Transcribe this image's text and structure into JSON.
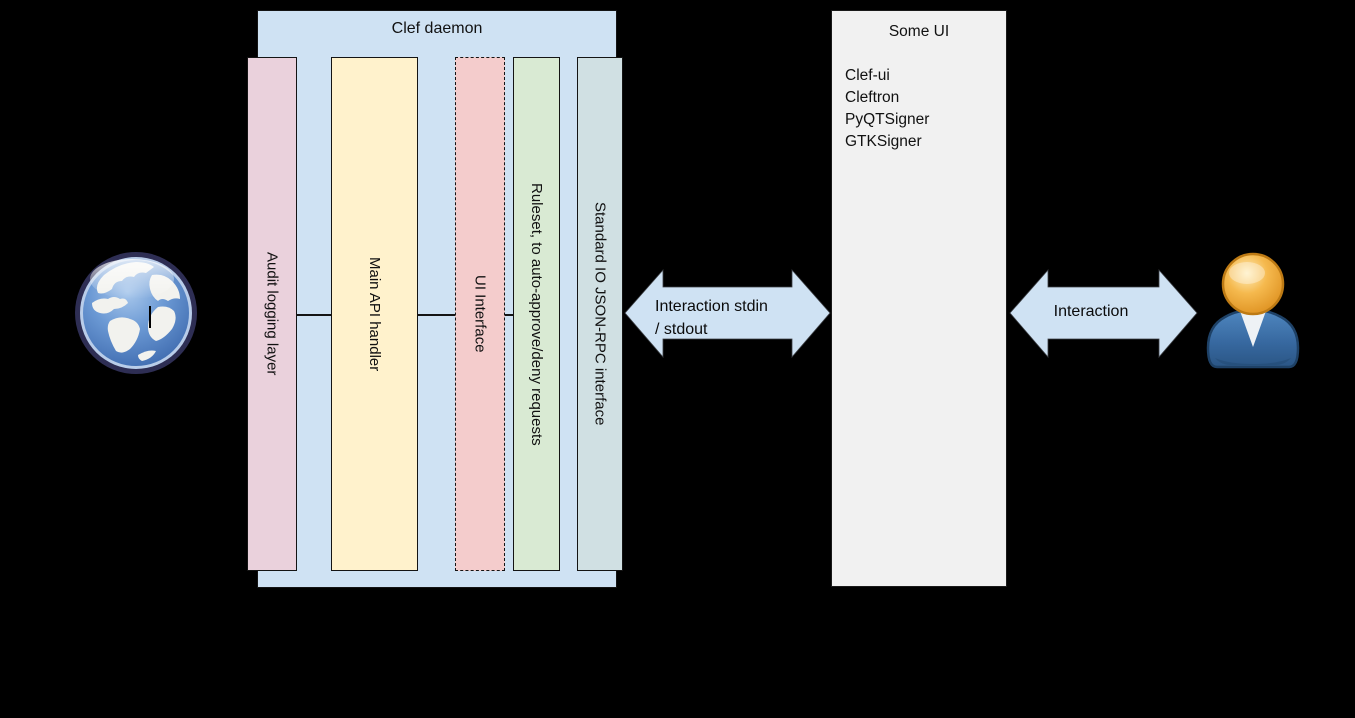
{
  "diagram": {
    "background_color": "#000000",
    "clef_daemon": {
      "title": "Clef daemon",
      "fill": "#cfe2f3",
      "bars": [
        {
          "label": "Audit logging layer",
          "fill": "#ead1dc",
          "border_style": "solid"
        },
        {
          "label": "Main API handler",
          "fill": "#fff2cc",
          "border_style": "solid"
        },
        {
          "label": "UI Interface",
          "fill": "#f4cccc",
          "border_style": "dashed"
        },
        {
          "label": "Ruleset, to auto-approve/deny requests",
          "fill": "#d9ead3",
          "border_style": "solid"
        },
        {
          "label": "Standard IO JSON-RPC interface",
          "fill": "#d0e0e3",
          "border_style": "solid"
        }
      ]
    },
    "some_ui": {
      "title": "Some UI",
      "fill": "#f1f1f1",
      "items": [
        "Clef-ui",
        "Cleftron",
        "PyQTSigner",
        "GTKSigner"
      ]
    },
    "arrows": [
      {
        "name": "clef-to-ui-arrow",
        "fill": "#cfe2f3",
        "label_line1": "Interaction stdin",
        "label_line2": "/ stdout",
        "direction": "bidirectional"
      },
      {
        "name": "ui-to-user-arrow",
        "fill": "#cfe2f3",
        "label": "Interaction",
        "direction": "bidirectional"
      }
    ],
    "icons": {
      "left": "globe-icon",
      "right": "user-icon"
    }
  }
}
